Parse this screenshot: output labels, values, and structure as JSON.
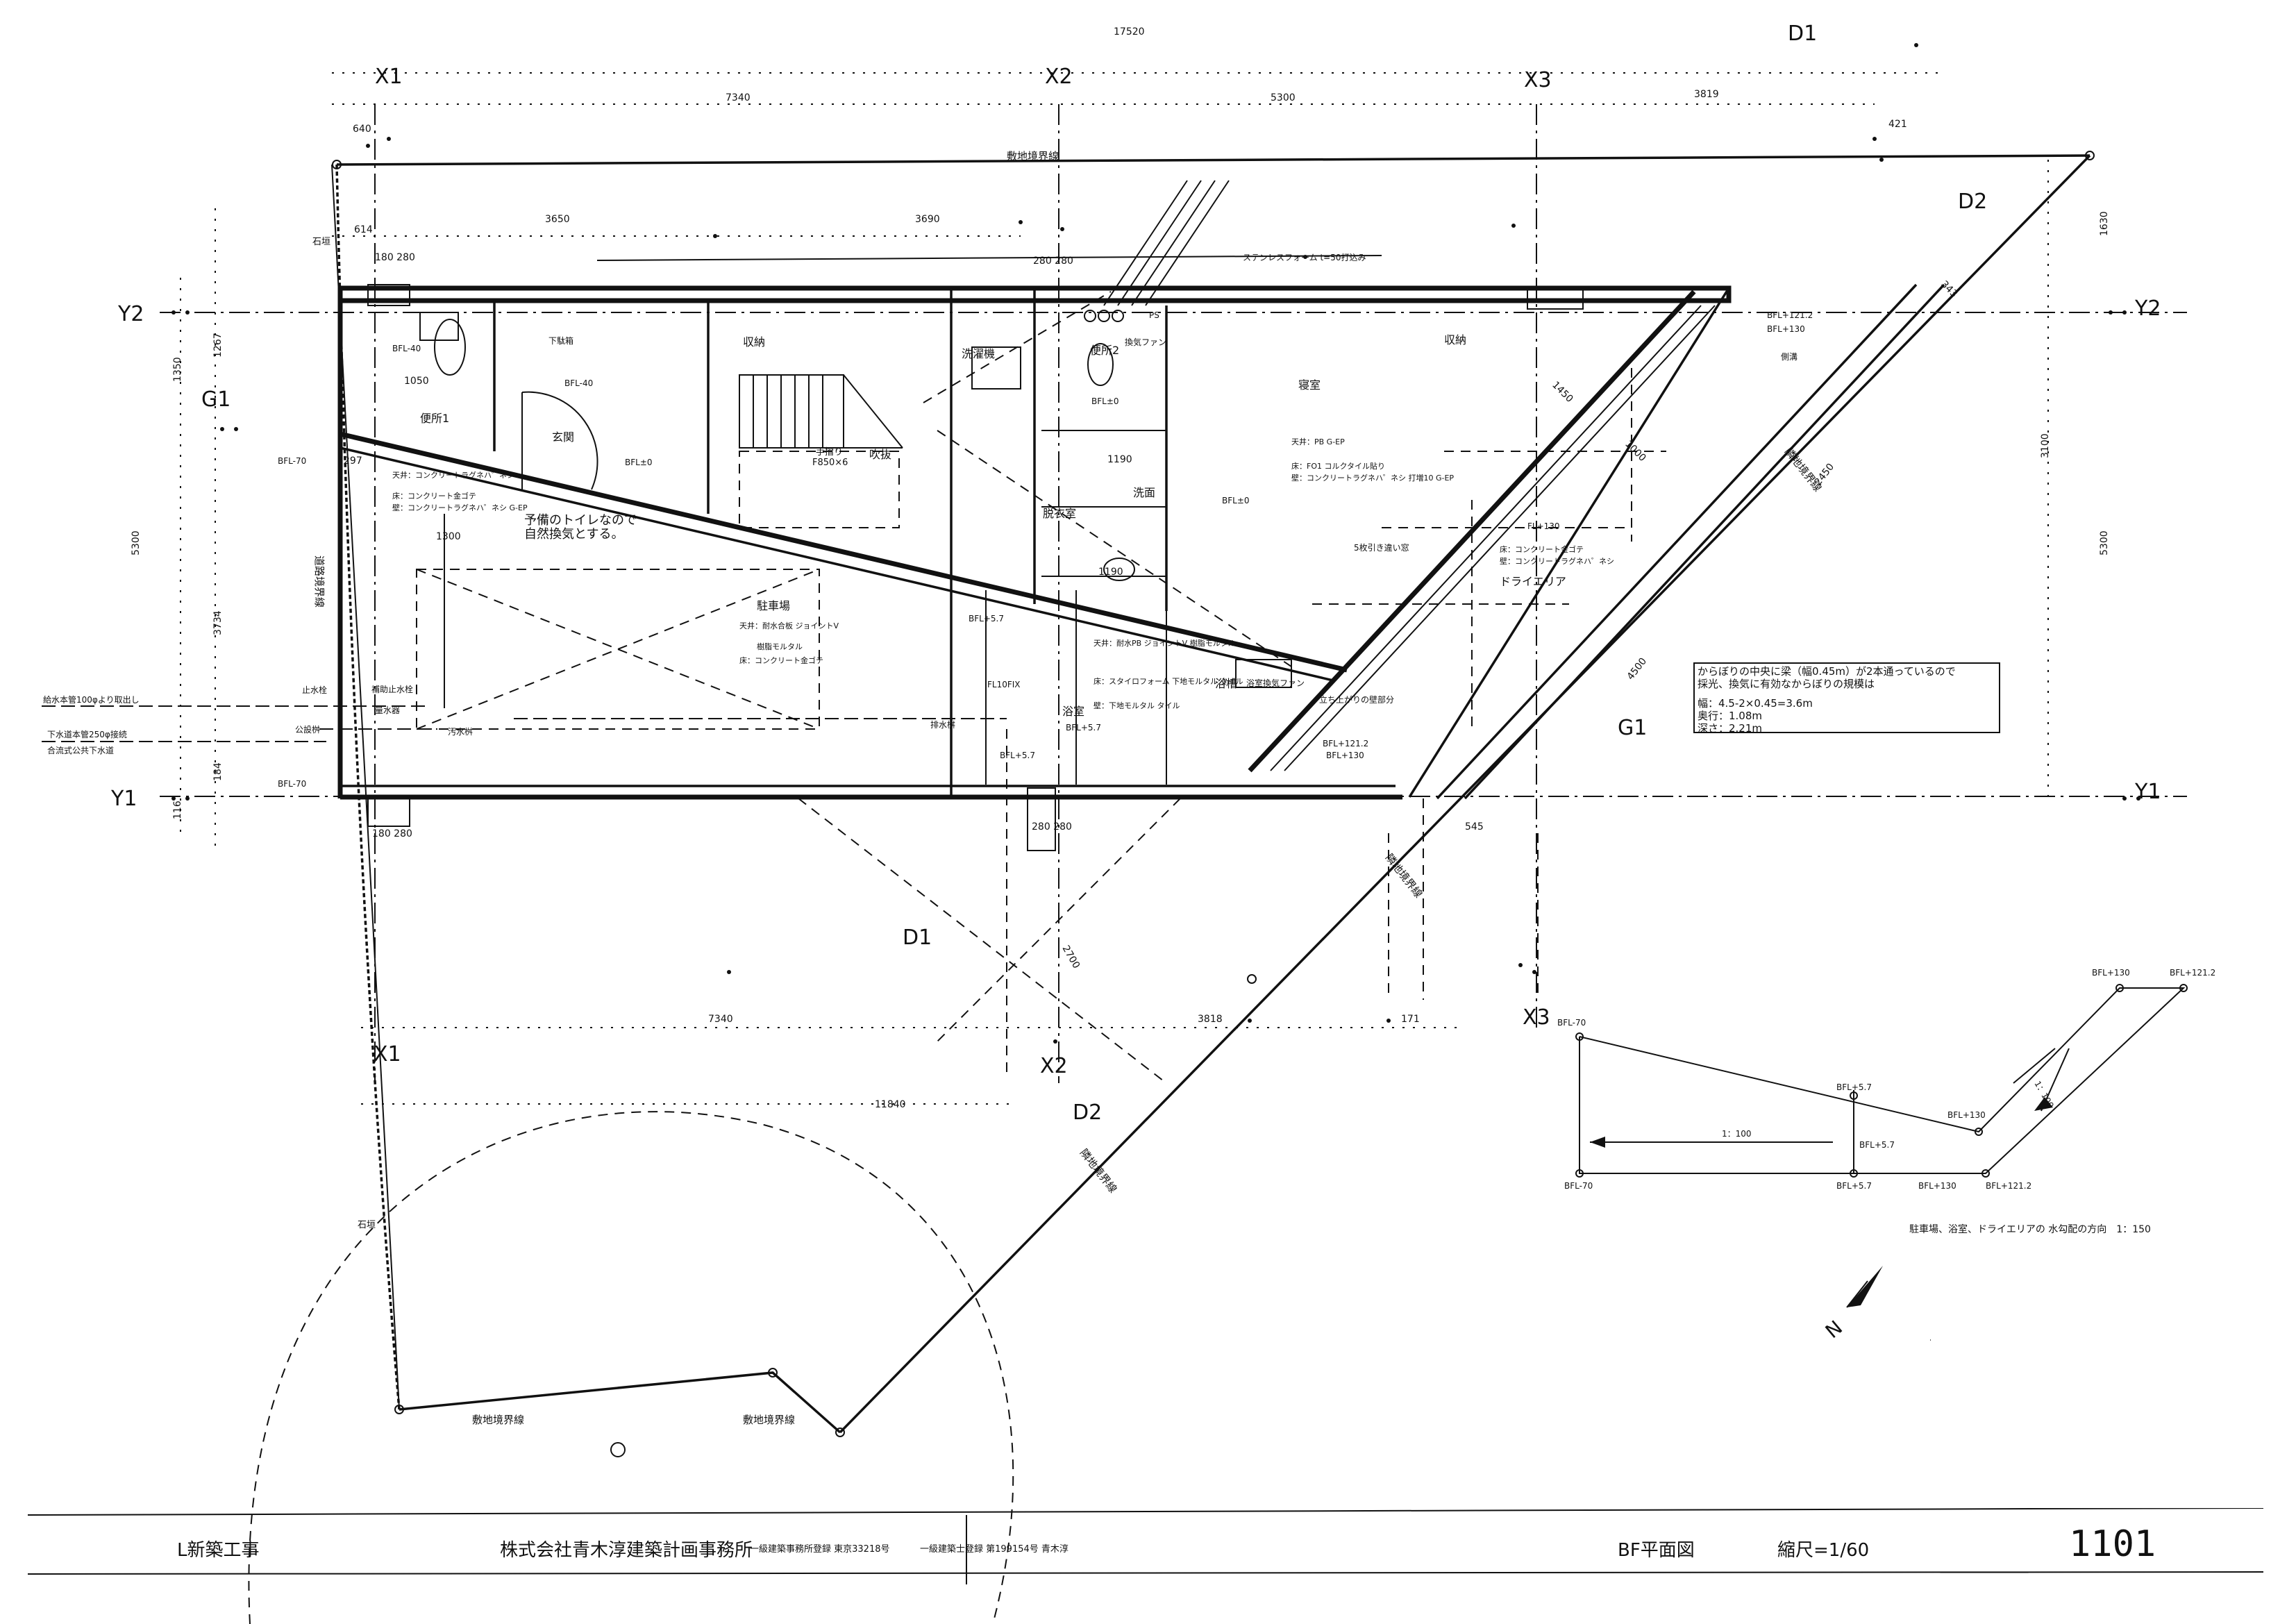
{
  "grid": {
    "x1": "X1",
    "x2": "X2",
    "x3": "X3",
    "y1": "Y1",
    "y2": "Y2",
    "d1": "D1",
    "d2": "D2",
    "g1": "G1"
  },
  "dims": {
    "top_overall": "17520",
    "top_7340": "7340",
    "top_5300": "5300",
    "top_3819": "3819",
    "top_421": "421",
    "top_640": "640",
    "inner_3650": "3650",
    "inner_3690": "3690",
    "d614": "614",
    "d180_280": "180 280",
    "d280_280": "280 280",
    "bot_7340": "7340",
    "bot_3818": "3818",
    "bot_171": "171",
    "bot_11840": "11840",
    "bot_2700": "2700",
    "left_5300": "5300",
    "left_3734": "3734",
    "left_1350": "1350",
    "left_1267": "1267",
    "left_184": "184",
    "left_116": "116",
    "right_1630": "1630",
    "right_3100": "3100",
    "right_5300": "5300",
    "diag_2450": "2450",
    "diag_4500": "4500",
    "diag_1450": "1450",
    "diag_1000": "1000",
    "d545": "545",
    "d343": "343",
    "d297": "297",
    "d1050": "1050",
    "d1300": "1300",
    "d1190a": "1190",
    "d1190b": "1190"
  },
  "rooms": {
    "storage1": "収納",
    "storage2": "収納",
    "wash": "洗濯機",
    "toilet1": "便所1",
    "toilet2": "便所2",
    "entrance": "玄関",
    "shoebox": "下駄箱",
    "void": "吹抜",
    "bedroom": "寝室",
    "parking": "駐車場",
    "dressing": "脱衣室",
    "bath": "浴室",
    "tub": "浴槽",
    "drywell": "ドライエリア",
    "basin": "洗面",
    "sidegutter": "側溝",
    "ps": "PS"
  },
  "labels": {
    "site_boundary_top": "敷地境界線",
    "site_boundary_b1": "敷地境界線",
    "site_boundary_b2": "敷地境界線",
    "road_boundary": "道路境界線",
    "adj_boundary1": "隣地境界線",
    "adj_boundary2": "隣地境界線",
    "adj_boundary3": "隣地境界線",
    "stone_wall1": "石垣",
    "stone_wall2": "石垣",
    "handrail": "手摺り",
    "f850": "F850×6",
    "spare_toilet_note1": "予備のトイレなので",
    "spare_toilet_note2": "自然換気とする。",
    "water_supply": "給水本管100φより取出し",
    "sewer1": "下水道本管250φ接続",
    "sewer2": "合流式公共下水道",
    "public_pit": "公設桝",
    "stop_valve": "止水栓",
    "aux_valve": "補助止水栓",
    "meter": "量水器",
    "sewage_pit": "汚水桝",
    "drain_pit": "排水桝",
    "fan1": "換気ファン",
    "fan2": "浴室換気ファン",
    "sliding_window": "5枚引き違い窓",
    "rising_wall": "立ち上がりの壁部分",
    "stainless": "ステンレスフォーム t=50打込み",
    "bfl_m40a": "BFL-40",
    "bfl_m40b": "BFL-40",
    "bfl_m70a": "BFL-70",
    "bfl_m70b": "BFL-70",
    "bfl_0a": "BFL±0",
    "bfl_0b": "BFL±0",
    "bfl_0c": "BFL±0",
    "bfl_57a": "BFL+5.7",
    "bfl_57b": "BFL+5.7",
    "bfl_57c": "BFL+5.7",
    "bfl_130a": "BFL+130",
    "bfl_130b": "BFL+130",
    "bfl_1212a": "BFL+121.2",
    "bfl_1212b": "BFL+121.2",
    "fl130": "FL+130",
    "flfix": "FL10FIX"
  },
  "notes": {
    "ceil1": "天井：コンクリートラグネハ゜ネシ",
    "ceil2": "床：コンクリート金ゴテ",
    "ceil3": "壁：コンクリートラグネハ゜ネシ G-EP",
    "bed1": "天井：PB G-EP",
    "bed2": "床：FO1 コルクタイル貼り",
    "bed3": "壁：コンクリートラグネハ゜ネシ 打増10 G-EP",
    "park1": "天井：耐水合板 ジョイントV",
    "park2": "樹脂モルタル",
    "park3": "床：コンクリート金ゴテ",
    "bath1": "天井：耐水PB ジョイントV 樹脂モルタル",
    "bath2": "床：スタイロフォーム 下地モルタル タイル",
    "bath3": "壁：下地モルタル タイル",
    "dry1": "床：コンクリート金ゴテ",
    "dry2": "壁：コンクリートラグネハ゜ネシ"
  },
  "box": {
    "line1": "からぼりの中央に梁（幅0.45m）が2本通っているので",
    "line2": "採光、換気に有効なからぼりの規模は",
    "line3": "幅：4.5-2×0.45=3.6m",
    "line4": "奥行：1.08m",
    "line5": "深さ：2.21m"
  },
  "slope": {
    "bfl_m70_top": "BFL-70",
    "bfl_m70_bot": "BFL-70",
    "bfl_57_top": "BFL+5.7",
    "bfl_57_mid": "BFL+5.7",
    "bfl_57_bot": "BFL+5.7",
    "bfl_130_top": "BFL+130",
    "bfl_130_bot": "BFL+130",
    "bfl_130_r": "BFL+130",
    "bfl_1212_top": "BFL+121.2",
    "bfl_1212_bot": "BFL+121.2",
    "ratio1": "1：100",
    "ratio2": "1：100",
    "caption": "駐車場、浴室、ドライエリアの 水勾配の方向　1：150"
  },
  "north": "N",
  "title_block": {
    "project": "L新築工事",
    "office": "株式会社青木淳建築計画事務所",
    "reg1": "一級建築事務所登録 東京33218号",
    "reg2": "一級建築士登録 第199154号 青木淳",
    "drawing_title": "BF平面図",
    "scale": "縮尺=1/60",
    "number": "1101"
  }
}
